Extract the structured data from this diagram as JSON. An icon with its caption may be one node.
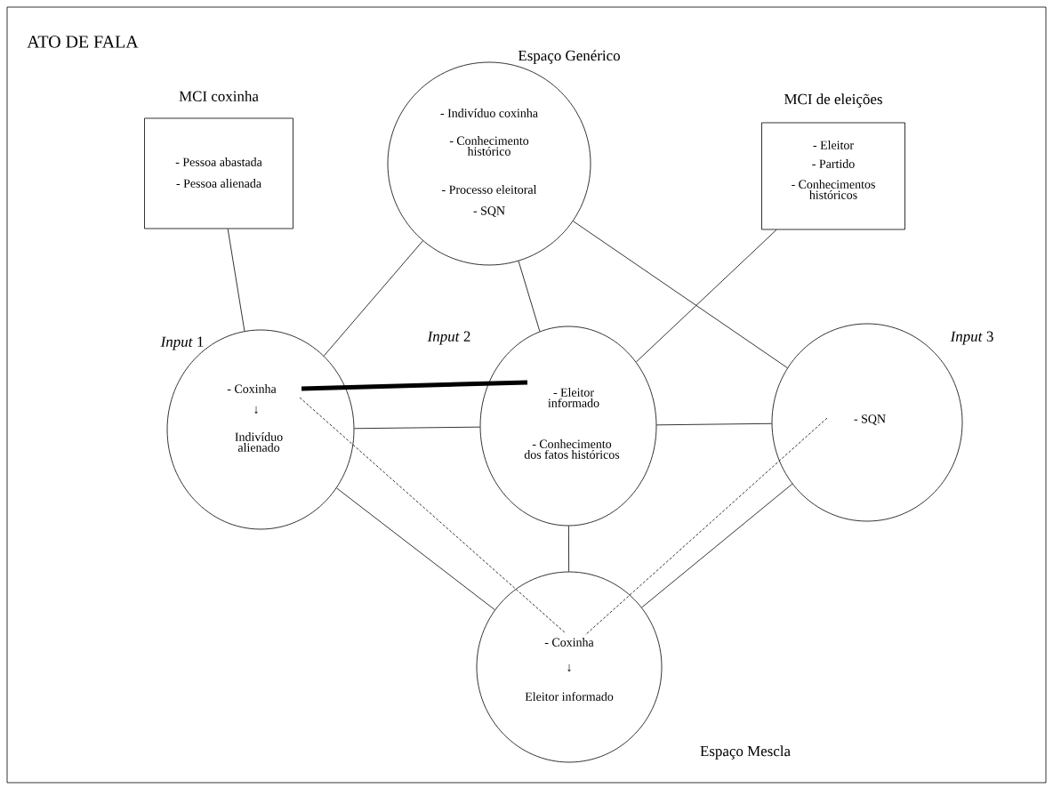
{
  "diagram": {
    "title": "ATO DE FALA",
    "nodes": [
      {
        "text": [
          "MCI coxinha",
          "- Pessoa abastada",
          "- Pessoa alienada"
        ]
      },
      {
        "text": [
          "Espaço Genérico",
          "- Indivíduo coxinha",
          "- Conhecimento histórico",
          "- Processo eleitoral",
          "- SQN"
        ]
      },
      {
        "text": [
          "MCI de eleições",
          "- Eleitor",
          "- Partido",
          "- Conhecimentos históricos"
        ]
      },
      {
        "text": [
          "*Input* 1",
          "- Coxinha",
          "↓",
          "Indivíduo alienado"
        ]
      },
      {
        "text": [
          "*Input* 2",
          "- Eleitor informado",
          "- Conhecimento dos fatos históricos"
        ]
      },
      {
        "text": [
          "*Input* 3",
          "- SQN"
        ]
      },
      {
        "text": [
          "- Coxinha",
          "↓",
          "Eleitor informado",
          "Espaço Mescla"
        ]
      }
    ],
    "edges": [
      {
        "from": 0,
        "to": 3,
        "arrow": "none"
      },
      {
        "from": 1,
        "to": 3,
        "arrow": "none"
      },
      {
        "from": 1,
        "to": 4,
        "arrow": "none"
      },
      {
        "from": 1,
        "to": 5,
        "arrow": "none"
      },
      {
        "from": 2,
        "to": 4,
        "arrow": "none"
      },
      {
        "from": 3,
        "to": 4,
        "arrow": "none"
      },
      {
        "from": 3,
        "to": 4,
        "arrow": "none",
        "style": "thick"
      },
      {
        "from": 4,
        "to": 5,
        "arrow": "none"
      },
      {
        "from": 4,
        "to": 6,
        "arrow": "none"
      },
      {
        "from": 3,
        "to": 6,
        "arrow": "none"
      },
      {
        "from": 5,
        "to": 6,
        "arrow": "none"
      },
      {
        "from": 3,
        "to": 6,
        "arrow": "none",
        "style": "dashed"
      },
      {
        "from": 5,
        "to": 6,
        "arrow": "none",
        "style": "dashed"
      }
    ]
  }
}
